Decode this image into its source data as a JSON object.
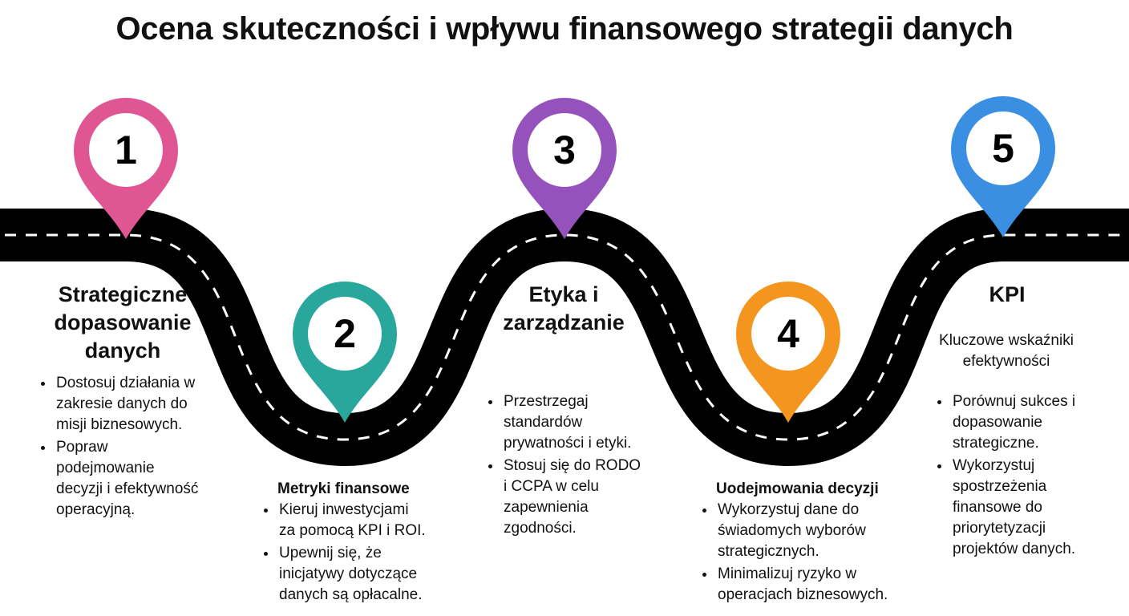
{
  "title": "Ocena skuteczności i wpływu finansowego strategii danych",
  "colors": {
    "road": "#000000",
    "lane": "#ffffff",
    "pin_1": "#e05693",
    "pin_2": "#2aa79c",
    "pin_3": "#9652bc",
    "pin_4": "#f3951f",
    "pin_5": "#3a8fe2"
  },
  "steps": [
    {
      "number": "1",
      "heading": [
        "Strategiczne",
        "dopasowanie",
        "danych"
      ],
      "bullets": [
        [
          "Dostosuj działania w",
          "zakresie danych do",
          "misji biznesowych."
        ],
        [
          "Popraw",
          "podejmowanie",
          "decyzji i efektywność",
          "operacyjną."
        ]
      ]
    },
    {
      "number": "2",
      "heading": [
        "Metryki finansowe"
      ],
      "bullets": [
        [
          "Kieruj inwestycjami",
          "za pomocą KPI i ROI."
        ],
        [
          "Upewnij się, że",
          "inicjatywy dotyczące",
          "danych są opłacalne."
        ]
      ]
    },
    {
      "number": "3",
      "heading": [
        "Etyka i",
        "zarządzanie"
      ],
      "bullets": [
        [
          "Przestrzegaj",
          "standardów",
          "prywatności i etyki."
        ],
        [
          "Stosuj się do RODO",
          "i CCPA w celu",
          "zapewnienia",
          "zgodności."
        ]
      ]
    },
    {
      "number": "4",
      "heading": [
        "Uodejmowania decyzji"
      ],
      "bullets": [
        [
          "Wykorzystuj dane do",
          "świadomych wyborów",
          "strategicznych."
        ],
        [
          "Minimalizuj ryzyko w",
          "operacjach biznesowych."
        ]
      ]
    },
    {
      "number": "5",
      "heading": [
        "KPI"
      ],
      "subheading": [
        "Kluczowe wskaźniki",
        "efektywności"
      ],
      "bullets": [
        [
          "Porównuj sukces i",
          "dopasowanie",
          "strategiczne."
        ],
        [
          "Wykorzystuj",
          "spostrzeżenia",
          "finansowe do",
          "priorytetyzacji",
          "projektów danych."
        ]
      ]
    }
  ]
}
